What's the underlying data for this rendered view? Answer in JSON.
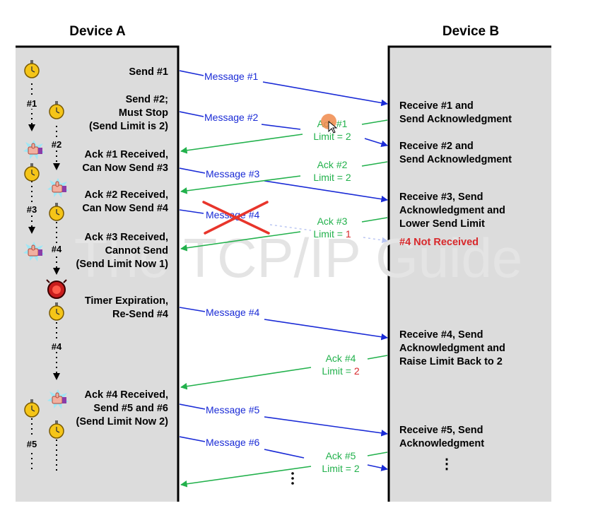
{
  "device_a_title": "Device A",
  "device_b_title": "Device B",
  "watermark": "The TCP/IP Guide",
  "device_a_events": {
    "send1": "Send #1",
    "send2": [
      "Send #2;",
      "Must Stop",
      "(Send Limit is 2)"
    ],
    "ack1": [
      "Ack #1 Received,",
      "Can Now Send #3"
    ],
    "ack2": [
      "Ack #2 Received,",
      "Can Now Send #4"
    ],
    "ack3": [
      "Ack #3 Received,",
      "Cannot Send",
      "(Send Limit Now 1)"
    ],
    "timer": [
      "Timer Expiration,",
      "Re-Send #4"
    ],
    "ack4": [
      "Ack #4 Received,",
      "Send #5 and #6",
      "(Send Limit Now 2)"
    ]
  },
  "device_b_events": {
    "r1": [
      "Receive #1 and",
      "Send Acknowledgment"
    ],
    "r2": [
      "Receive #2 and",
      "Send Acknowledgment"
    ],
    "r3": [
      "Receive #3, Send",
      "Acknowledgment and",
      "Lower Send Limit"
    ],
    "not_received": "#4 Not Received",
    "r4": [
      "Receive #4, Send",
      "Acknowledgment and",
      "Raise Limit Back to 2"
    ],
    "r5": [
      "Receive #5, Send",
      "Acknowledgment"
    ],
    "more": "⋮"
  },
  "messages": {
    "m1": "Message #1",
    "m2": "Message #2",
    "m3": "Message #3",
    "m4_lost": "Message #4",
    "m4_resend": "Message #4",
    "m5": "Message #5",
    "m6": "Message #6"
  },
  "acks": {
    "a1": {
      "name": "Ack #1",
      "limit_label": "Limit = ",
      "limit": "2"
    },
    "a2": {
      "name": "Ack #2",
      "limit_label": "Limit = ",
      "limit": "2"
    },
    "a3": {
      "name": "Ack #3",
      "limit_label": "Limit = ",
      "limit": "1"
    },
    "a4": {
      "name": "Ack #4",
      "limit_label": "Limit = ",
      "limit": "2"
    },
    "a5": {
      "name": "Ack #5",
      "limit_label": "Limit = ",
      "limit": "2"
    }
  },
  "timer_labels": {
    "t1": "#1",
    "t2": "#2",
    "t3": "#3",
    "t4a": "#4",
    "t4b": "#4",
    "t5": "#5"
  },
  "colors": {
    "message": "#1a2bd6",
    "ack": "#22b14c",
    "highlight_red": "#d8282b",
    "panel": "#dcdcdc",
    "lost_cross": "#e8352b"
  },
  "icons": [
    "stopwatch-icon",
    "thumbs-up-icon",
    "alarm-icon",
    "cursor-icon"
  ]
}
